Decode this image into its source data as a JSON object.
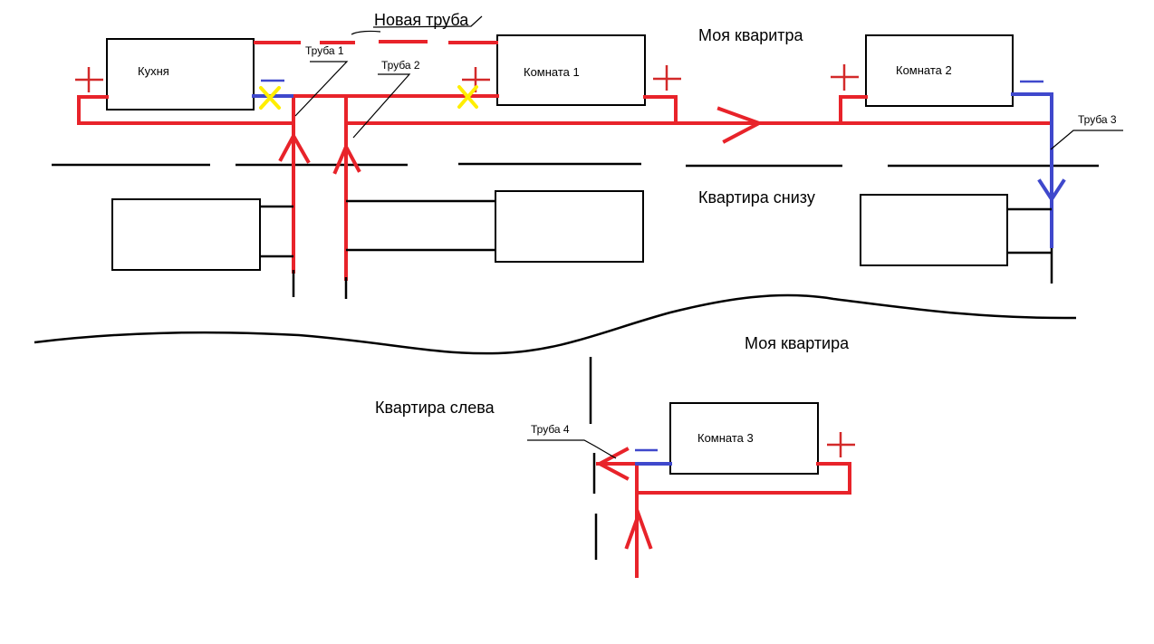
{
  "labels": {
    "new_pipe": "Новая труба",
    "my_apartment_top": "Моя кваритра",
    "apartment_below": "Квартира снизу",
    "my_apartment_bottom": "Моя квартира",
    "apartment_left": "Квартира слева",
    "pipe1": "Труба 1",
    "pipe2": "Труба 2",
    "pipe3": "Труба 3",
    "pipe4": "Труба 4"
  },
  "rooms": {
    "kitchen": "Кухня",
    "room1": "Комната 1",
    "room2": "Комната 2",
    "room3": "Комната 3"
  },
  "colors": {
    "supply": "#e8232a",
    "return": "#3f48cc",
    "removed_mark": "#ffee00",
    "plus_sign": "#d32a2a"
  }
}
